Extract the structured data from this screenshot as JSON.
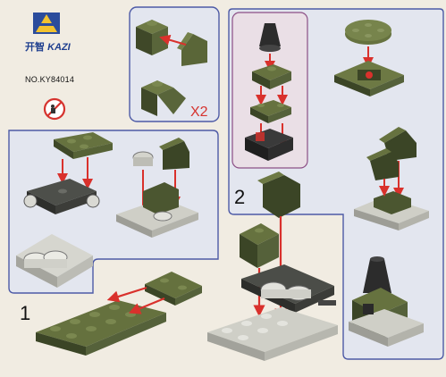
{
  "brand": {
    "logo_chinese": "开智",
    "logo_name": "KAZI",
    "model": "NO.KY84014"
  },
  "labels": {
    "multiplier": "X2",
    "step1": "1",
    "step2": "2"
  },
  "colors": {
    "panel_border": "#4d5aa6",
    "panel_fill_blue": "#e3e6ef",
    "panel_fill_purple": "#eadfe6",
    "arrow": "#d9312c",
    "olive": "#616f3d",
    "olive_dark": "#3b4526",
    "grey": "#cfcfc7",
    "black": "#2a2a2a"
  },
  "icons": [
    "no-small-children-warning-icon",
    "kazi-logo-icon"
  ]
}
